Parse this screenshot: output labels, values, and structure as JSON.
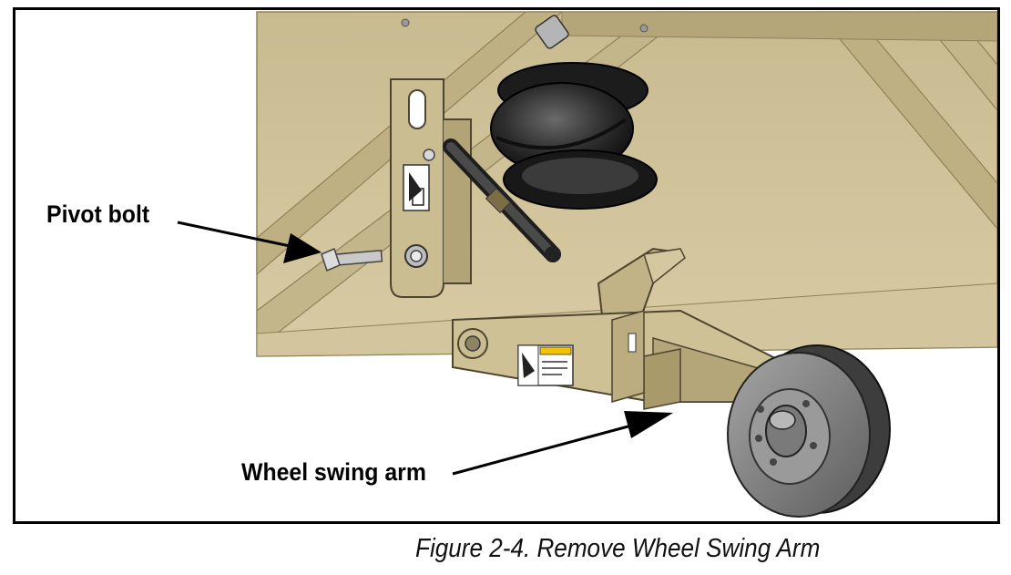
{
  "figure": {
    "callouts": {
      "pivot_bolt": "Pivot bolt",
      "wheel_swing_arm": "Wheel swing arm"
    },
    "caption": "Figure 2-4. Remove Wheel Swing Arm"
  },
  "colors": {
    "frame_tan": "#cdbf95",
    "frame_shadow": "#a99a6c",
    "airbag_black": "#2a2a2a",
    "wheel_gray": "#8e8e8e",
    "border": "#000000"
  }
}
